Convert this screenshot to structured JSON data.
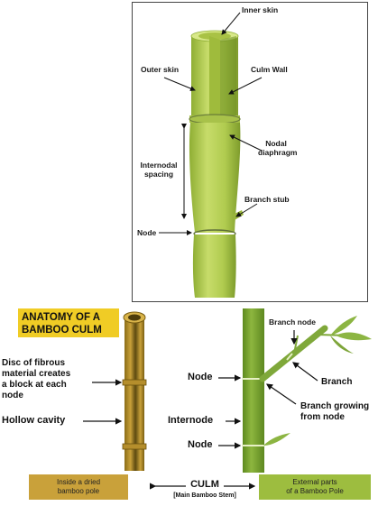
{
  "top_diagram": {
    "labels": {
      "inner_skin": "Inner skin",
      "outer_skin": "Outer skin",
      "culm_wall": "Culm Wall",
      "nodal_diaphragm_1": "Nodal",
      "nodal_diaphragm_2": "diaphragm",
      "internodal_spacing_1": "Internodal",
      "internodal_spacing_2": "spacing",
      "branch_stub": "Branch stub",
      "node": "Node"
    }
  },
  "anatomy": {
    "title_line1": "ANATOMY OF A",
    "title_line2": "BAMBOO CULM",
    "disc_1": "Disc of fibrous",
    "disc_2": "material creates",
    "disc_3": "a block at each",
    "disc_4": "node",
    "hollow_cavity": "Hollow cavity",
    "node_upper": "Node",
    "internode": "Internode",
    "node_lower": "Node",
    "branch_node": "Branch node",
    "branch": "Branch",
    "branch_growing_1": "Branch growing",
    "branch_growing_2": "from node",
    "culm": "CULM",
    "culm_sub": "[Main Bamboo Stem]",
    "footer_left_1": "Inside a dried",
    "footer_left_2": "bamboo pole",
    "footer_right_1": "External parts",
    "footer_right_2": "of a Bamboo Pole"
  },
  "colors": {
    "accent_yellow": "#f0cc25",
    "dried_bamboo": "#c9a13a",
    "green_bamboo": "#7fa83a",
    "culm_3d": "#b5cf54"
  }
}
